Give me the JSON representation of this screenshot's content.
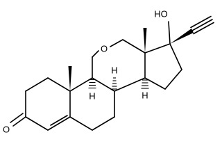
{
  "molecule": {
    "atom_labels": {
      "hydroxyl": "HO",
      "ring_oxygen": "O",
      "carbonyl_oxygen": "O",
      "h_9": "H",
      "h_8": "H",
      "h_14": "H"
    },
    "colors": {
      "bond": "#000000",
      "background": "#ffffff"
    }
  }
}
